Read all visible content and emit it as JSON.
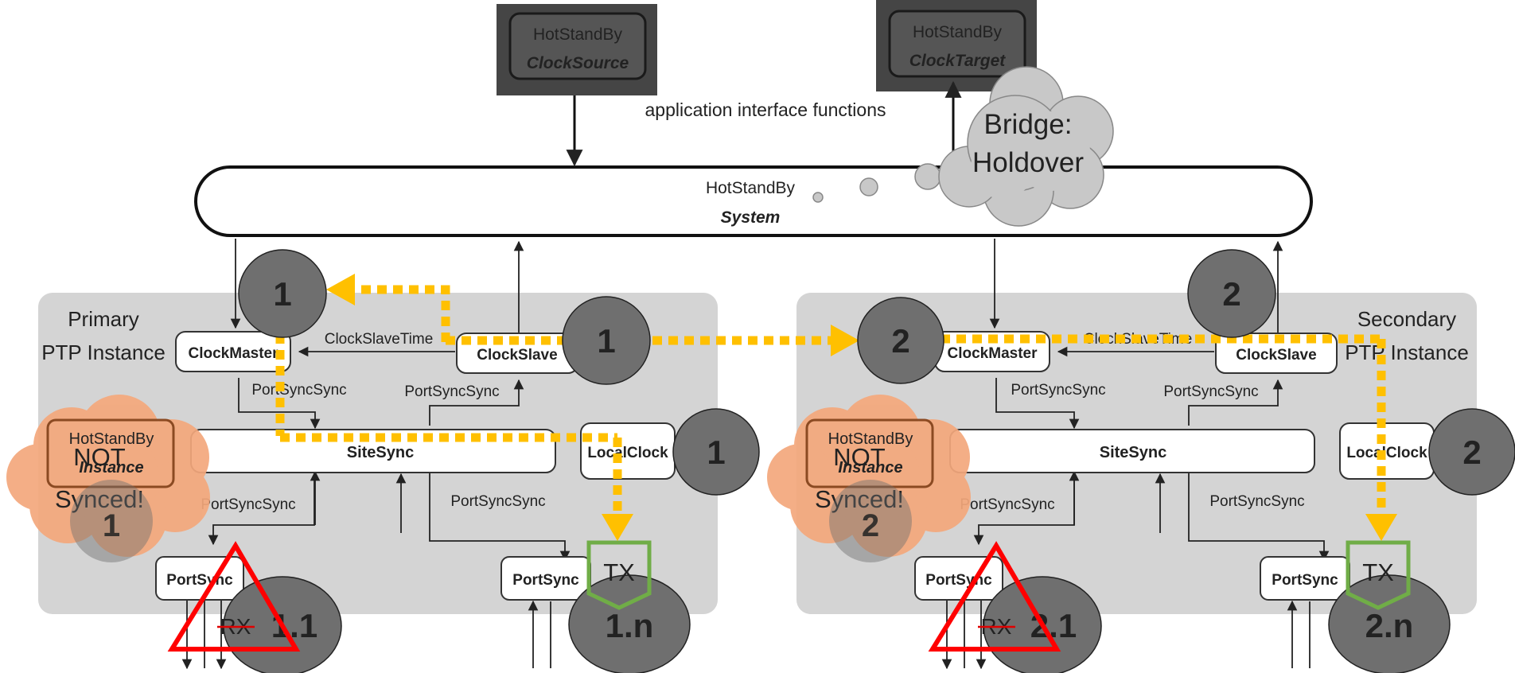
{
  "top": {
    "clock_source_line1": "HotStandBy",
    "clock_source_line2": "ClockSource",
    "clock_target_line1": "HotStandBy",
    "clock_target_line2": "ClockTarget",
    "app_interface": "application interface functions",
    "bridge_line1": "Bridge:",
    "bridge_line2": "Holdover"
  },
  "system": {
    "line1": "HotStandBy",
    "line2": "System"
  },
  "primary": {
    "title_line1": "Primary",
    "title_line2": "PTP Instance",
    "clock_master": "ClockMaster",
    "clock_slave": "ClockSlave",
    "clock_slave_time": "ClockSlaveTime",
    "site_sync": "SiteSync",
    "local_clock": "LocalClock",
    "port_sync_left": "PortSync",
    "port_sync_right": "PortSync",
    "psync_1": "PortSyncSync",
    "psync_2": "PortSyncSync",
    "psync_3": "PortSyncSync",
    "psync_4": "PortSyncSync",
    "hs_instance_line1": "HotStandBy",
    "hs_instance_line2": "Instance",
    "not_synced_line1": "NOT",
    "not_synced_line2": "Synced!",
    "rx": "RX",
    "tx": "TX",
    "badge_master": "1",
    "badge_slave": "1",
    "badge_local": "1",
    "badge_instance": "1",
    "badge_port_a": "1.1",
    "badge_port_n": "1.n"
  },
  "secondary": {
    "title_line1": "Secondary",
    "title_line2": "PTP Instance",
    "clock_master": "ClockMaster",
    "clock_slave": "ClockSlave",
    "clock_slave_time": "ClockSlaveTime",
    "site_sync": "SiteSync",
    "local_clock": "LocalClock",
    "port_sync_left": "PortSync",
    "port_sync_right": "PortSync",
    "psync_1": "PortSyncSync",
    "psync_2": "PortSyncSync",
    "psync_3": "PortSyncSync",
    "psync_4": "PortSyncSync",
    "hs_instance_line1": "HotStandBy",
    "hs_instance_line2": "Instance",
    "not_synced_line1": "NOT",
    "not_synced_line2": "Synced!",
    "rx": "RX",
    "tx": "TX",
    "badge_master": "2",
    "badge_slave": "2",
    "badge_local": "2",
    "badge_instance": "2",
    "badge_port_a": "2.1",
    "badge_port_n": "2.n"
  },
  "colors": {
    "panel": "#d4d4d4",
    "dark_box": "#454545",
    "badge": "#6f6f6f",
    "dotted_path": "#ffc000",
    "not_synced_cloud": "#f4a87c",
    "warning": "#ff0000",
    "tx_box": "#70ad47",
    "bridge_cloud": "#c8c8c8"
  }
}
